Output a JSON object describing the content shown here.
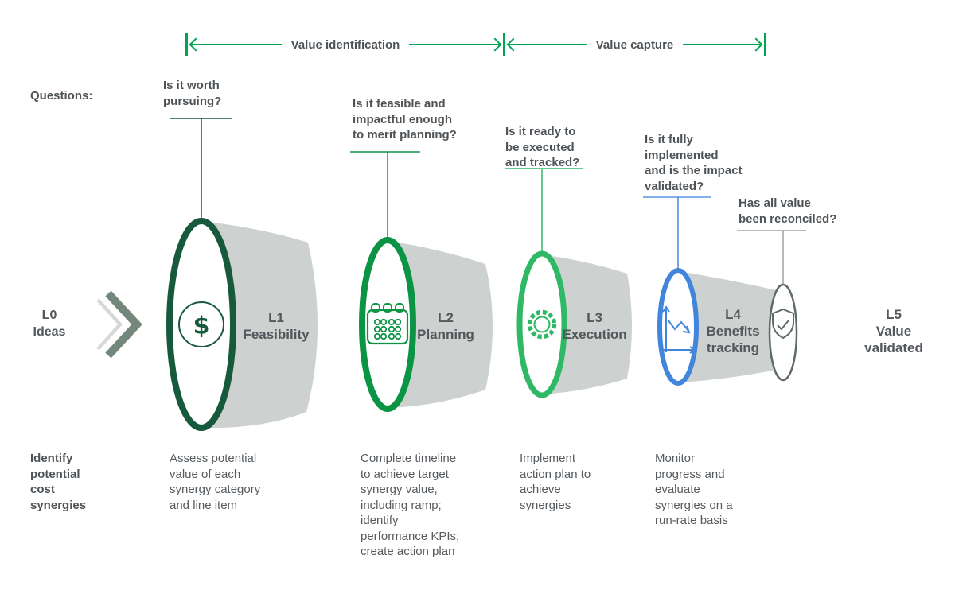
{
  "phases": [
    {
      "label": "Value identification"
    },
    {
      "label": "Value capture"
    }
  ],
  "questions_label": "Questions:",
  "stages": [
    {
      "id": "L0",
      "label": "L0\nIdeas",
      "icon": "double-chevron-right-icon",
      "description": "Identify\npotential\ncost\nsynergies"
    },
    {
      "id": "L1",
      "label": "L1\nFeasibility",
      "icon": "dollar-circle-icon",
      "ring_color": "#17593C",
      "question": "Is it worth\npursuing?",
      "description": "Assess potential\nvalue of each\nsynergy category\nand line item"
    },
    {
      "id": "L2",
      "label": "L2\nPlanning",
      "icon": "calendar-icon",
      "ring_color": "#0B9444",
      "question": "Is it feasible and\nimpactful enough\nto merit planning?",
      "description": "Complete timeline\nto achieve target\nsynergy value,\nincluding ramp;\nidentify\nperformance KPIs;\ncreate action plan"
    },
    {
      "id": "L3",
      "label": "L3\nExecution",
      "icon": "gear-icon",
      "ring_color": "#2FB966",
      "question": "Is it ready to\nbe executed\nand tracked?",
      "description": "Implement\naction plan to\nachieve\nsynergies"
    },
    {
      "id": "L4",
      "label": "L4\nBenefits\ntracking",
      "icon": "line-chart-icon",
      "ring_color": "#4285DD",
      "question": "Is it fully\nimplemented\nand is the impact\nvalidated?",
      "description": "Monitor\nprogress and\nevaluate\nsynergies on a\nrun-rate basis"
    },
    {
      "id": "L5",
      "label": "L5\nValue\nvalidated",
      "icon": "shield-check-icon",
      "ring_color": "#5F6B66",
      "question": "Has all value\nbeen reconciled?"
    }
  ],
  "colors": {
    "phase_arrow": "#00A551",
    "funnel_body": "#CDD1CF",
    "text_dark": "#4E5357",
    "text_body": "#565B5F",
    "chevron_front": "#74877C",
    "chevron_back": "#D6D9D7",
    "l5_connector": "#9AA5A0",
    "dollar_symbol": "$"
  }
}
